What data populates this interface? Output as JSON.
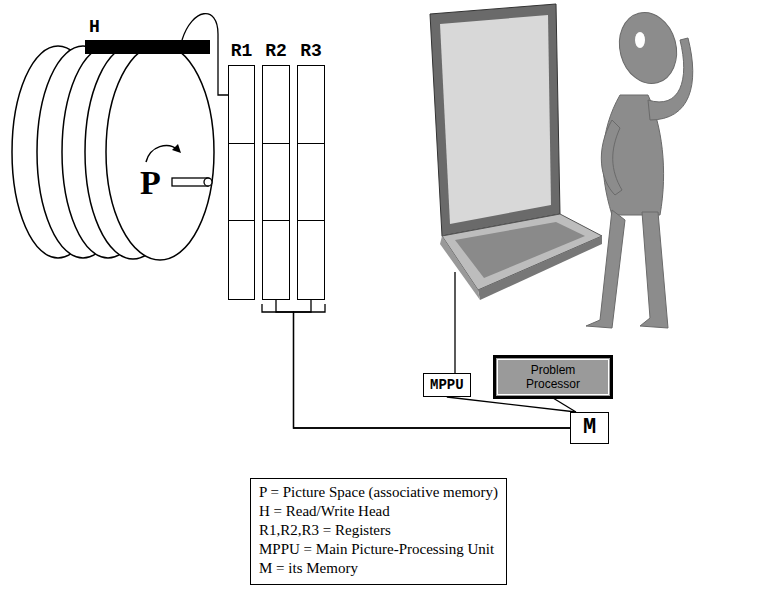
{
  "diagram": {
    "nodes": [
      {
        "text": [
          "H"
        ]
      },
      {
        "text": [
          "R1"
        ]
      },
      {
        "text": [
          "R2"
        ]
      },
      {
        "text": [
          "R3"
        ]
      },
      {
        "text": [
          "MPPU"
        ]
      },
      {
        "text": [
          "Problem Processor"
        ]
      },
      {
        "text": [
          "M"
        ]
      },
      {
        "text": [
          "P = Picture Space (associative memory)",
          "H = Read/Write Head",
          "R1,R2,R3 = Registers",
          "MPPU = Main Picture-Processing Unit",
          "M = its Memory"
        ]
      }
    ],
    "edges": [
      {
        "from": 0,
        "to": 1,
        "arrow": "none"
      },
      {
        "from": 2,
        "to": 6,
        "arrow": "none"
      },
      {
        "from": 3,
        "to": 6,
        "arrow": "none"
      },
      {
        "from": 4,
        "to": 6,
        "arrow": "none"
      },
      {
        "from": 5,
        "to": 6,
        "arrow": "none"
      }
    ],
    "labels": [
      "P"
    ]
  }
}
